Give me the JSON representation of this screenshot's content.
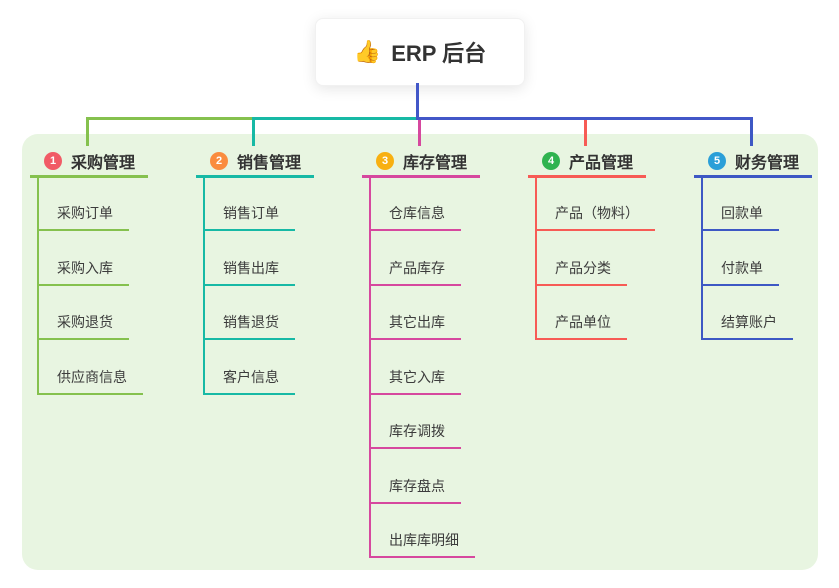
{
  "root": {
    "icon": "👍",
    "icon_name": "thumbs-up-icon",
    "label": "ERP 后台"
  },
  "canvas": {
    "bg": "#e8f5e1"
  },
  "connector_color": "#4257c8",
  "branches": [
    {
      "num": "1",
      "label": "采购管理",
      "badge_color": "#f15b66",
      "line_color": "#85c14e",
      "items": [
        "采购订单",
        "采购入库",
        "采购退货",
        "供应商信息"
      ]
    },
    {
      "num": "2",
      "label": "销售管理",
      "badge_color": "#fa8c3e",
      "line_color": "#17b9a5",
      "items": [
        "销售订单",
        "销售出库",
        "销售退货",
        "客户信息"
      ]
    },
    {
      "num": "3",
      "label": "库存管理",
      "badge_color": "#f8b011",
      "line_color": "#d6489e",
      "items": [
        "仓库信息",
        "产品库存",
        "其它出库",
        "其它入库",
        "库存调拨",
        "库存盘点",
        "出库库明细"
      ]
    },
    {
      "num": "4",
      "label": "产品管理",
      "badge_color": "#2fb34f",
      "line_color": "#f75b55",
      "items": [
        "产品（物料）",
        "产品分类",
        "产品单位"
      ]
    },
    {
      "num": "5",
      "label": "财务管理",
      "badge_color": "#2a9fd8",
      "line_color": "#3d58c4",
      "items": [
        "回款单",
        "付款单",
        "结算账户"
      ]
    }
  ]
}
